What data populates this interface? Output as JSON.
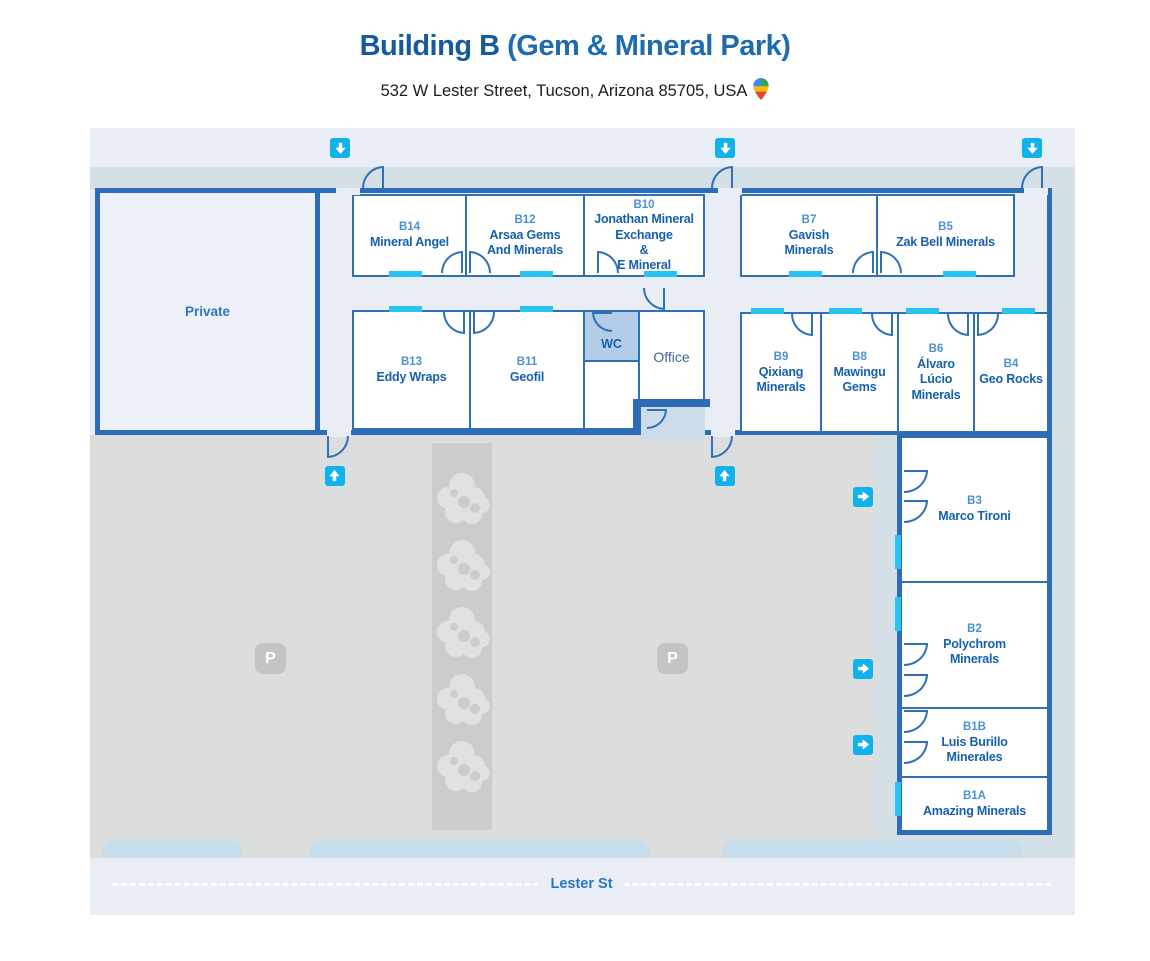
{
  "header": {
    "title": "Building B",
    "title_suffix": " (Gem & Mineral Park)",
    "address": "532 W Lester Street, Tucson, Arizona 85705, USA"
  },
  "map": {
    "street_label": "Lester St",
    "parking_symbol": "P",
    "private_label": "Private",
    "wc_label": "WC",
    "office_label": "Office",
    "rooms": [
      {
        "code": "B14",
        "name": "Mineral Angel"
      },
      {
        "code": "B12",
        "name": "Arsaa Gems\nAnd Minerals"
      },
      {
        "code": "B10",
        "name": "Jonathan Mineral\nExchange\n&\nE Mineral"
      },
      {
        "code": "B7",
        "name": "Gavish\nMinerals"
      },
      {
        "code": "B5",
        "name": "Zak Bell Minerals"
      },
      {
        "code": "B13",
        "name": "Eddy Wraps"
      },
      {
        "code": "B11",
        "name": "Geofil"
      },
      {
        "code": "B9",
        "name": "Qixiang\nMinerals"
      },
      {
        "code": "B8",
        "name": "Mawingu\nGems"
      },
      {
        "code": "B6",
        "name": "Álvaro\nLúcio\nMinerals"
      },
      {
        "code": "B4",
        "name": "Geo Rocks"
      },
      {
        "code": "B3",
        "name": "Marco Tironi"
      },
      {
        "code": "B2",
        "name": "Polychrom\nMinerals"
      },
      {
        "code": "B1B",
        "name": "Luis Burillo\nMinerales"
      },
      {
        "code": "B1A",
        "name": "Amazing Minerals"
      }
    ],
    "colors": {
      "wall": "#2d6db8",
      "room_border": "#2f70b6",
      "room_code_text": "#4a90d4",
      "room_name_text": "#1660ad",
      "door_marker_cyan": "#29c3f2",
      "entrance_arrow_cyan": "#0fb2ea",
      "parking_gray": "#dcdddd",
      "sidewalk": "#d4dfe6",
      "street": "#e9eef6",
      "hallway": "#e9edf4",
      "wc_fill": "#b3cce7",
      "title_blue": "#15599f"
    }
  }
}
